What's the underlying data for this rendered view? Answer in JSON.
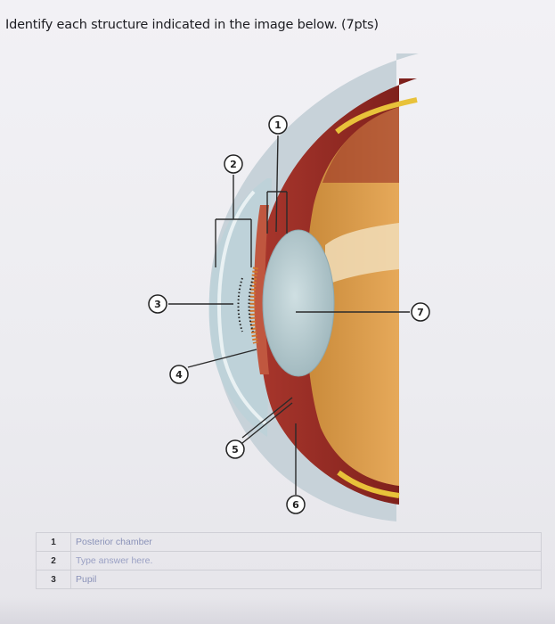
{
  "question": "Identify each structure indicated in the image below. (7pts)",
  "callouts": [
    "1",
    "2",
    "3",
    "4",
    "5",
    "6",
    "7"
  ],
  "answers": [
    {
      "num": "1",
      "value": "Posterior chamber",
      "placeholder": ""
    },
    {
      "num": "2",
      "value": "",
      "placeholder": "Type answer here."
    },
    {
      "num": "3",
      "value": "Pupil",
      "placeholder": ""
    }
  ]
}
